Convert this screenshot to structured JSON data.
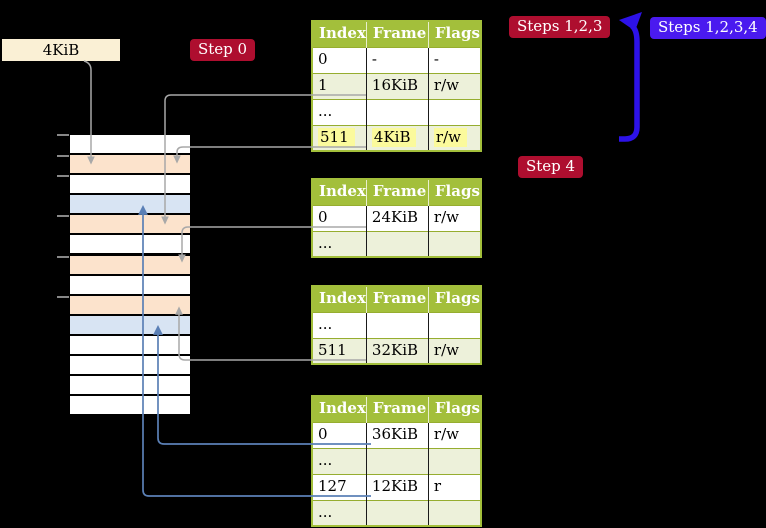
{
  "colors": {
    "header_green": "#a3bf3b",
    "row_green": "#edf1da",
    "row_border_green": "#96ad2f",
    "grid_black": "#1a1a1a",
    "highlight_yellow": "#fbfa9c",
    "crimson_badge": "#ae0e2f",
    "blue_badge": "#4a1aef",
    "big_arrow_blue": "#2d12e8",
    "label_cream": "#faf0d5",
    "mem_white": "#ffffff",
    "mem_frame_orange": "#fce3cc",
    "mem_target_blue": "#d8e4f3",
    "gray_arrow": "#a8a8a8",
    "blue_arrow": "#5b80b6",
    "tick_gray": "#888888"
  },
  "page_size_label": "4KiB",
  "badges": {
    "step0": "Step 0",
    "steps123": "Steps 1,2,3",
    "steps1234": "Steps 1,2,3,4",
    "step4": "Step 4"
  },
  "tables": [
    {
      "name": "page-table-level-1",
      "headers": [
        "Index",
        "Frame",
        "Flags"
      ],
      "rows": [
        {
          "cells": [
            "0",
            "-",
            "-"
          ],
          "shade": false,
          "highlight": false
        },
        {
          "cells": [
            "1",
            "16KiB",
            "r/w"
          ],
          "shade": true,
          "highlight": false
        },
        {
          "cells": [
            "...",
            "",
            ""
          ],
          "shade": false,
          "highlight": false
        },
        {
          "cells": [
            "511",
            "4KiB",
            "r/w"
          ],
          "shade": true,
          "highlight": true
        }
      ]
    },
    {
      "name": "page-table-level-2",
      "headers": [
        "Index",
        "Frame",
        "Flags"
      ],
      "rows": [
        {
          "cells": [
            "0",
            "24KiB",
            "r/w"
          ],
          "shade": false,
          "highlight": false
        },
        {
          "cells": [
            "...",
            "",
            ""
          ],
          "shade": true,
          "highlight": false
        }
      ]
    },
    {
      "name": "page-table-level-3",
      "headers": [
        "Index",
        "Frame",
        "Flags"
      ],
      "rows": [
        {
          "cells": [
            "...",
            "",
            ""
          ],
          "shade": false,
          "highlight": false
        },
        {
          "cells": [
            "511",
            "32KiB",
            "r/w"
          ],
          "shade": true,
          "highlight": false
        }
      ]
    },
    {
      "name": "page-table-level-4",
      "headers": [
        "Index",
        "Frame",
        "Flags"
      ],
      "rows": [
        {
          "cells": [
            "0",
            "36KiB",
            "r/w"
          ],
          "shade": false,
          "highlight": false
        },
        {
          "cells": [
            "...",
            "",
            ""
          ],
          "shade": true,
          "highlight": false
        },
        {
          "cells": [
            "127",
            "12KiB",
            "r"
          ],
          "shade": false,
          "highlight": false
        },
        {
          "cells": [
            "...",
            "",
            ""
          ],
          "shade": true,
          "highlight": false
        }
      ]
    }
  ],
  "memory": {
    "rows": [
      "plain",
      "frame",
      "plain",
      "target",
      "frame",
      "plain",
      "frame",
      "plain",
      "frame",
      "target",
      "plain",
      "plain",
      "plain",
      "plain"
    ]
  }
}
